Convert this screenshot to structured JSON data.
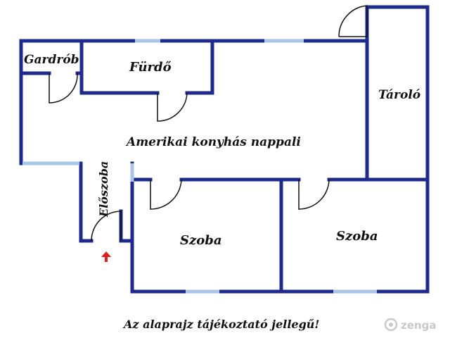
{
  "rooms": {
    "gardrob": "Gardrób",
    "furdo": "Fürdő",
    "tarolo": "Tároló",
    "nappali": "Amerikai konyhás nappali",
    "eloszoba": "Előszoba",
    "szoba_1": "Szoba",
    "szoba_2": "Szoba"
  },
  "note": "Az alaprajz tájékoztató jellegű!",
  "watermark": {
    "brand": "zenga",
    "icon": "zenga-logo-icon"
  },
  "entrance": {
    "icon": "entrance-arrow-icon",
    "color": "#e02020"
  },
  "colors": {
    "wall": "#1e2a8c",
    "window": "#a9c4e6"
  }
}
